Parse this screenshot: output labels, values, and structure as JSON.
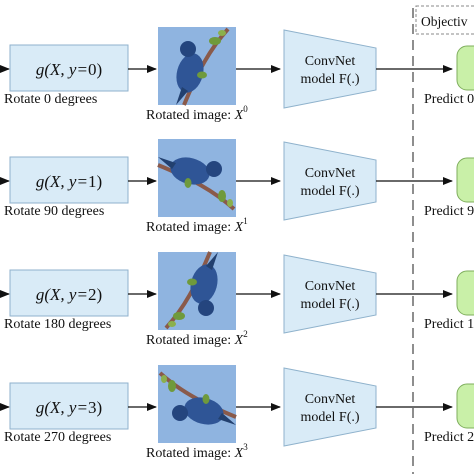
{
  "objective_label": "Objectiv",
  "rows": [
    {
      "g_prefix": "g(X, y=",
      "g_value": "0",
      "g_suffix": ")",
      "rotate_label": "Rotate 0 degrees",
      "image_caption_prefix": "Rotated image:",
      "image_var": "X",
      "image_sup": "0",
      "cnn_line1": "ConvNet",
      "cnn_line2": "model F(.)",
      "predict_label": "Predict 0",
      "rotation_deg": 0
    },
    {
      "g_prefix": "g(X, y=",
      "g_value": "1",
      "g_suffix": ")",
      "rotate_label": "Rotate 90 degrees",
      "image_caption_prefix": "Rotated image:",
      "image_var": "X",
      "image_sup": "1",
      "cnn_line1": "ConvNet",
      "cnn_line2": "model F(.)",
      "predict_label": "Predict 9",
      "rotation_deg": 90
    },
    {
      "g_prefix": "g(X, y=",
      "g_value": "2",
      "g_suffix": ")",
      "rotate_label": "Rotate 180 degrees",
      "image_caption_prefix": "Rotated image:",
      "image_var": "X",
      "image_sup": "2",
      "cnn_line1": "ConvNet",
      "cnn_line2": "model F(.)",
      "predict_label": "Predict 1",
      "rotation_deg": 180
    },
    {
      "g_prefix": "g(X, y=",
      "g_value": "3",
      "g_suffix": ")",
      "rotate_label": "Rotate 270 degrees",
      "image_caption_prefix": "Rotated image:",
      "image_var": "X",
      "image_sup": "3",
      "cnn_line1": "ConvNet",
      "cnn_line2": "model F(.)",
      "predict_label": "Predict 2",
      "rotation_deg": 270
    }
  ],
  "colors": {
    "box_fill": "#d9ebf7",
    "box_stroke": "#8fb2cc",
    "sky": "#8fb4e0",
    "bird": "#2f5596",
    "branch": "#8a5a4a",
    "leaf": "#6f9a3c",
    "predict_fill": "#c9f0a8",
    "predict_stroke": "#7fae5e",
    "dash": "#444444"
  }
}
